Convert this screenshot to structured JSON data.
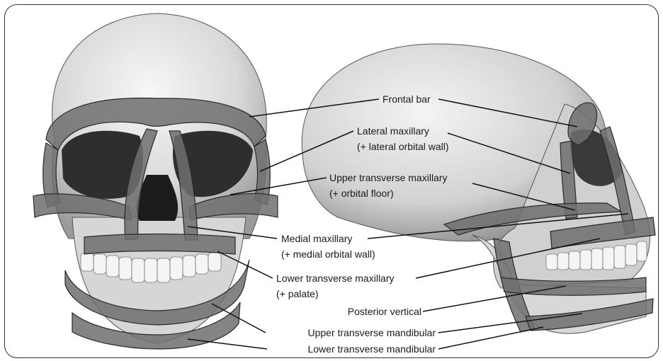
{
  "labels": {
    "frontal_bar": "Frontal bar",
    "lateral_maxillary": "Lateral maxillary",
    "lateral_maxillary_note": "(+ lateral orbital wall)",
    "upper_transverse_maxillary": "Upper transverse maxillary",
    "upper_transverse_maxillary_note": "(+ orbital floor)",
    "medial_maxillary": "Medial maxillary",
    "medial_maxillary_note": "(+ medial orbital wall)",
    "lower_transverse_maxillary": "Lower transverse maxillary",
    "lower_transverse_maxillary_note": "(+ palate)",
    "posterior_vertical": "Posterior vertical",
    "upper_transverse_mandibular": "Upper transverse mandibular",
    "lower_transverse_mandibular": "Lower transverse mandibular"
  },
  "colors": {
    "buttress_fill": "#6e6e6e",
    "buttress_stroke": "#2a2a2a",
    "bone_light": "#eeeeee",
    "bone_shadow": "#a9a9a9",
    "leader_line": "#111111"
  }
}
